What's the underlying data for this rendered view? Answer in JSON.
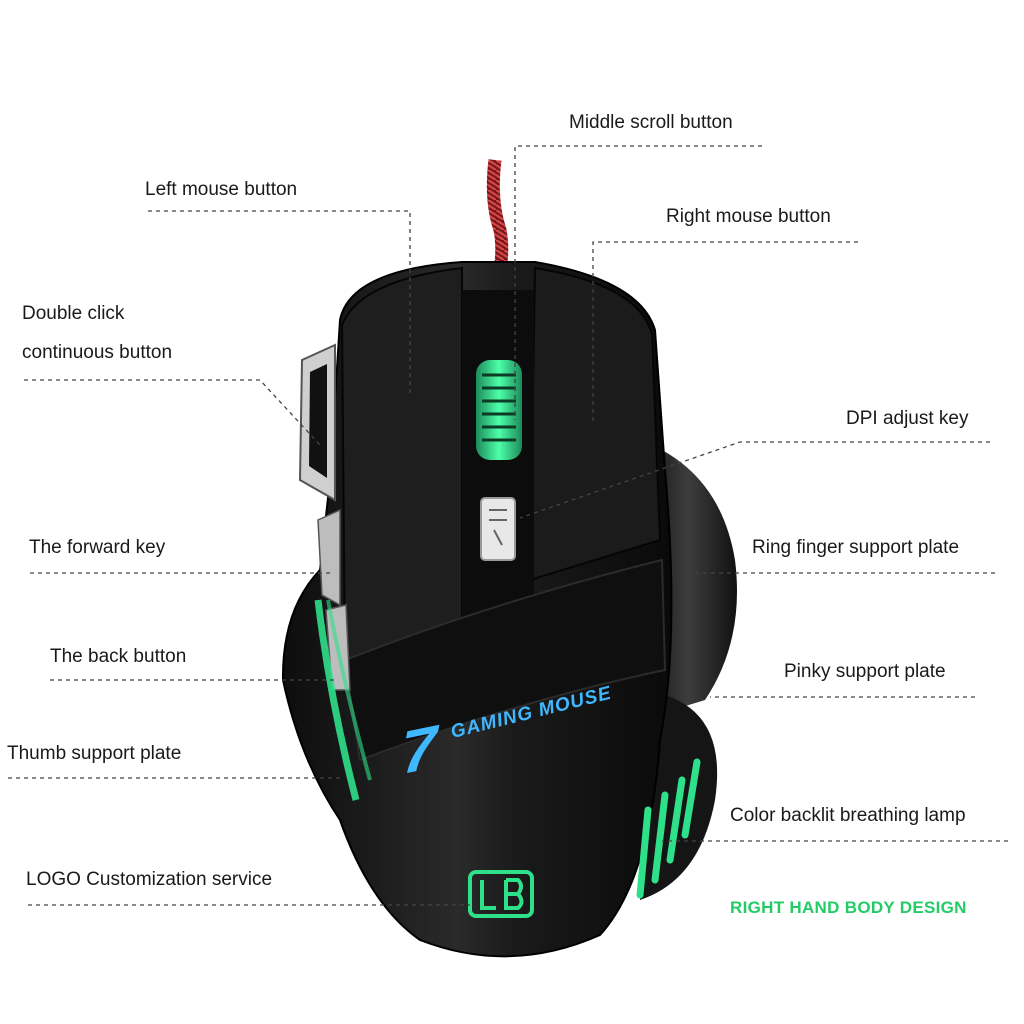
{
  "labels": {
    "middle_scroll": "Middle scroll button",
    "left_button": "Left mouse button",
    "right_button": "Right mouse button",
    "double_click_1": "Double click",
    "double_click_2": "continuous button",
    "dpi_key": "DPI adjust key",
    "forward_key": "The forward key",
    "ring_finger": "Ring finger support plate",
    "back_button": "The back button",
    "pinky": "Pinky support plate",
    "thumb": "Thumb support plate",
    "backlit": "Color backlit breathing lamp",
    "logo_service": "LOGO Customization service"
  },
  "tagline": "RIGHT HAND BODY DESIGN",
  "mouse_print": {
    "seven": "7",
    "text": "GAMING MOUSE",
    "logo": "LB"
  },
  "colors": {
    "body": "#141414",
    "body_highlight": "#3a3a3a",
    "glow_green": "#2fe08a",
    "glow_cyan": "#3fb8ff",
    "cable": "#b3262b",
    "tagline": "#22cc66",
    "leader": "#444444"
  }
}
